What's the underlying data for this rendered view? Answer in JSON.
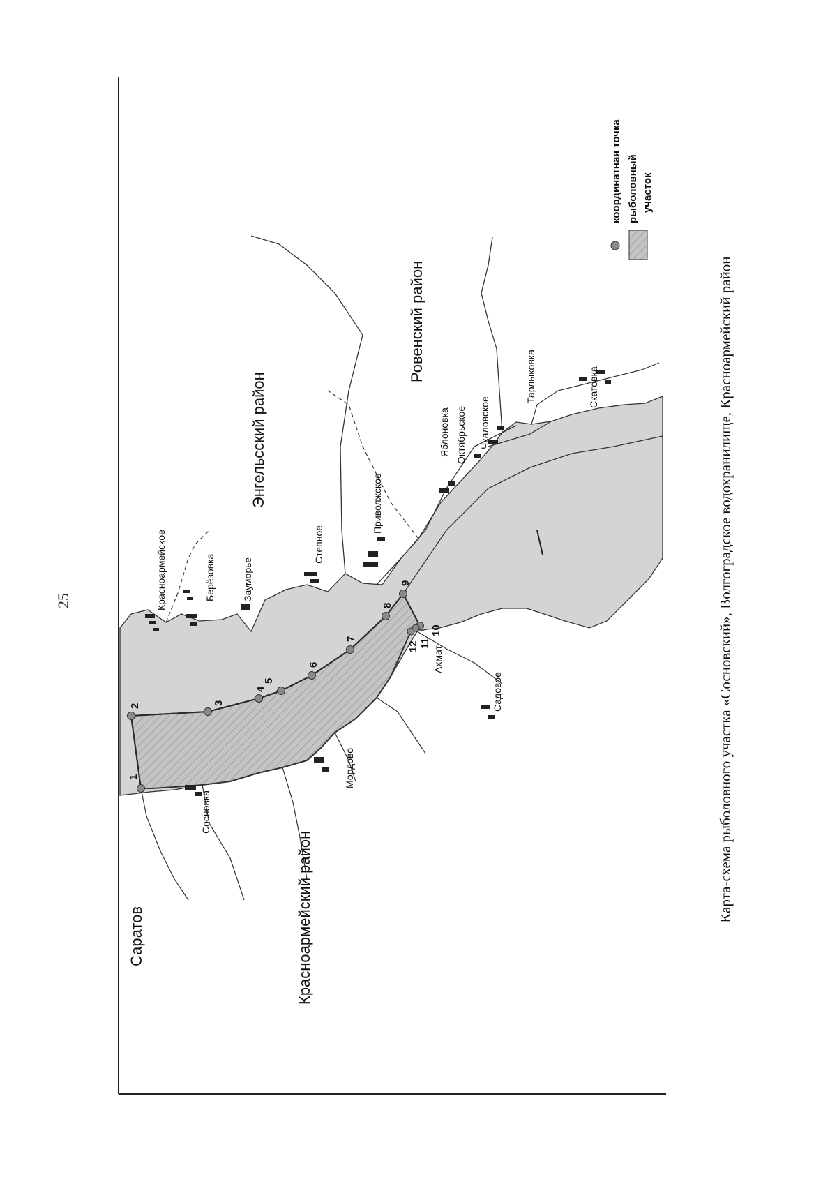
{
  "page": {
    "number": "25"
  },
  "caption": "Карта-схема рыболовного участка «Сосновский», Волгоградское водохранилище, Красноармейский район",
  "map": {
    "legend": {
      "point_label": "координатная точка",
      "area_label_1": "рыболовный",
      "area_label_2": "участок"
    },
    "labels": {
      "city": "Саратов",
      "district_krasnoarmeysky": "Красноармейский район",
      "district_engelssky": "Энгельсский район",
      "district_rovensky": "Ровенский район"
    },
    "villages": {
      "krasnoarmeyskoe": "Красноармейское",
      "berezovka": "Берёзовка",
      "zaumorye": "Зауморье",
      "stepnoe": "Степное",
      "privolzhskoe": "Приволжское",
      "yablonovka": "Яблоновка",
      "oktyabrskoe": "Октябрьское",
      "chkalovskoe": "Чкаловское",
      "tarlykovka": "Тарлыковка",
      "skatovka": "Скатовка",
      "sosnovka": "Сосновка",
      "mordovo": "Мордово",
      "akhmat": "Ахмат",
      "sadovoe": "Садовое"
    },
    "points": [
      "1",
      "2",
      "3",
      "4",
      "5",
      "6",
      "7",
      "8",
      "9",
      "10",
      "11",
      "12"
    ],
    "colors": {
      "water": "#d4d4d4",
      "zone_fill": "#c9c9c9",
      "point": "#8a8a8a",
      "line": "#2a2a2a"
    }
  }
}
